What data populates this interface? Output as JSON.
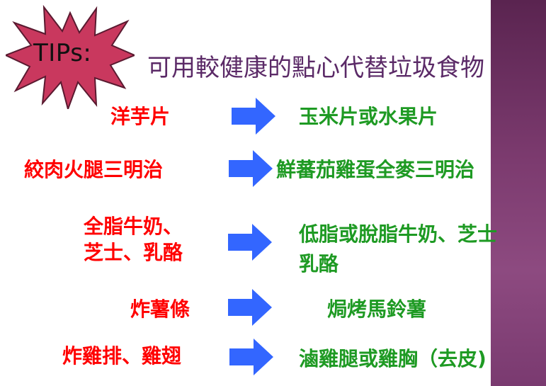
{
  "badge": {
    "label": "TIPs:",
    "color": "#c9385e"
  },
  "title": "可用較健康的點心代替垃圾食物",
  "colors": {
    "unhealthy": "#ff0000",
    "healthy": "#1e9a23",
    "arrow": "#3366ff",
    "title": "#5b2a67",
    "sidebar": "#7b3a6e"
  },
  "rows": [
    {
      "from": "洋芋片",
      "to": "玉米片或水果片"
    },
    {
      "from": "絞肉火腿三明治",
      "to": "鮮蕃茄雞蛋全麥三明治"
    },
    {
      "from": "全脂牛奶、芝士、乳酪",
      "from_lines": [
        "全脂牛奶、",
        "芝士、乳酪"
      ],
      "to": "低脂或脫脂牛奶、芝士乳酪",
      "to_lines": [
        "低脂或脫脂牛奶、芝士",
        "乳酪"
      ]
    },
    {
      "from": "炸薯條",
      "to": "焗烤馬鈴薯"
    },
    {
      "from": "炸雞排、雞翅",
      "to": "滷雞腿或雞胸（去皮)"
    }
  ]
}
